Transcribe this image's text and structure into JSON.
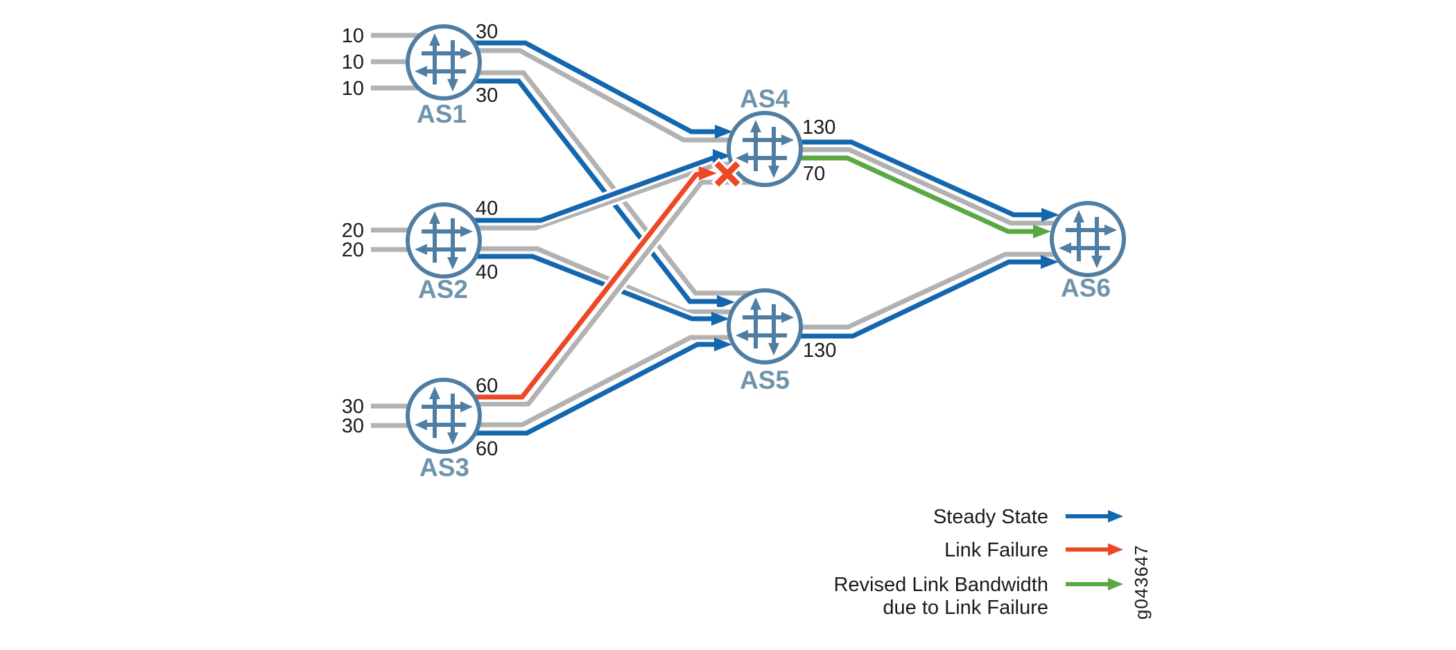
{
  "figure": {
    "description": "BGP autonomous system topology with link bandwidths",
    "watermark": "g043647"
  },
  "colors": {
    "steady": "#1467af",
    "failure": "#ee4726",
    "revised": "#58a944",
    "companion": "#b2b2b2",
    "router": "#507ea2",
    "node_label": "#6e93ab",
    "text": "#1a1a1a",
    "background": "#ffffff"
  },
  "nodes": [
    {
      "id": "AS1",
      "label": "AS1"
    },
    {
      "id": "AS2",
      "label": "AS2"
    },
    {
      "id": "AS3",
      "label": "AS3"
    },
    {
      "id": "AS4",
      "label": "AS4"
    },
    {
      "id": "AS5",
      "label": "AS5"
    },
    {
      "id": "AS6",
      "label": "AS6"
    }
  ],
  "ingress": [
    {
      "node": "AS1",
      "labels": [
        "10",
        "10",
        "10"
      ]
    },
    {
      "node": "AS2",
      "labels": [
        "20",
        "20"
      ]
    },
    {
      "node": "AS3",
      "labels": [
        "30",
        "30"
      ]
    }
  ],
  "links": [
    {
      "id": "as1-as4",
      "from": "AS1",
      "to": "AS4",
      "bandwidth": "30",
      "type": "steady"
    },
    {
      "id": "as1-as5",
      "from": "AS1",
      "to": "AS5",
      "bandwidth": "30",
      "type": "steady"
    },
    {
      "id": "as2-as4",
      "from": "AS2",
      "to": "AS4",
      "bandwidth": "40",
      "type": "steady"
    },
    {
      "id": "as2-as5",
      "from": "AS2",
      "to": "AS5",
      "bandwidth": "40",
      "type": "steady"
    },
    {
      "id": "as3-as4",
      "from": "AS3",
      "to": "AS4",
      "bandwidth": "60",
      "type": "failure",
      "failure_marker": true
    },
    {
      "id": "as3-as5",
      "from": "AS3",
      "to": "AS5",
      "bandwidth": "60",
      "type": "steady"
    },
    {
      "id": "as4-as6-steady",
      "from": "AS4",
      "to": "AS6",
      "bandwidth": "130",
      "type": "steady"
    },
    {
      "id": "as4-as6-revised",
      "from": "AS4",
      "to": "AS6",
      "bandwidth": "70",
      "type": "revised"
    },
    {
      "id": "as5-as6",
      "from": "AS5",
      "to": "AS6",
      "bandwidth": "130",
      "type": "steady"
    }
  ],
  "legend": [
    {
      "label": "Steady State",
      "type": "steady"
    },
    {
      "label": "Link Failure",
      "type": "failure"
    },
    {
      "label": "Revised Link Bandwidth",
      "label_line2": "due to Link Failure",
      "type": "revised"
    }
  ],
  "watermark": "g043647"
}
